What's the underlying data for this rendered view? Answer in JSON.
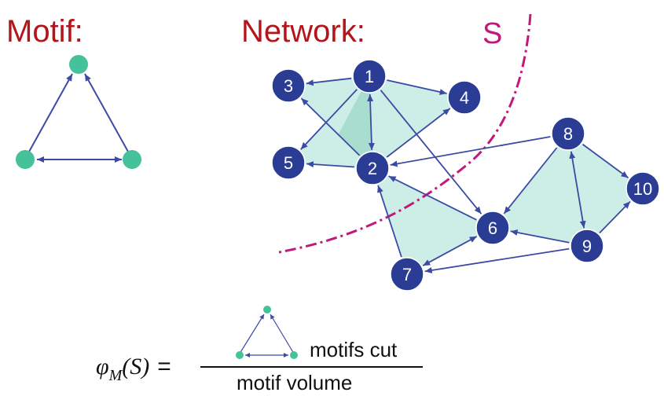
{
  "motif_title": "Motif:",
  "network_title": "Network:",
  "set_label": "S",
  "formula": {
    "phi": "φ",
    "subscript": "M",
    "argument": "(S)",
    "equals": "=",
    "numerator": "motifs cut",
    "denominator": "motif volume"
  },
  "colors": {
    "title": "#b3151b",
    "set_boundary": "#c2187a",
    "node_fill": "#2a3c94",
    "edge": "#3b4aa3",
    "motif_node": "#45c29a",
    "triangle_fill": "#cdeee6",
    "triangle_overlap": "#a8ddd0"
  },
  "network": {
    "nodes": [
      "1",
      "2",
      "3",
      "4",
      "5",
      "6",
      "7",
      "8",
      "9",
      "10"
    ],
    "edges": [
      {
        "from": "1",
        "to": "3",
        "bidirectional": false
      },
      {
        "from": "1",
        "to": "4",
        "bidirectional": false
      },
      {
        "from": "1",
        "to": "2",
        "bidirectional": true
      },
      {
        "from": "1",
        "to": "5",
        "bidirectional": false
      },
      {
        "from": "1",
        "to": "6",
        "bidirectional": false
      },
      {
        "from": "2",
        "to": "3",
        "bidirectional": false
      },
      {
        "from": "2",
        "to": "5",
        "bidirectional": false
      },
      {
        "from": "2",
        "to": "4",
        "bidirectional": false
      },
      {
        "from": "8",
        "to": "2",
        "bidirectional": false
      },
      {
        "from": "6",
        "to": "2",
        "bidirectional": false
      },
      {
        "from": "7",
        "to": "2",
        "bidirectional": false
      },
      {
        "from": "6",
        "to": "7",
        "bidirectional": true
      },
      {
        "from": "8",
        "to": "6",
        "bidirectional": false
      },
      {
        "from": "8",
        "to": "9",
        "bidirectional": true
      },
      {
        "from": "8",
        "to": "10",
        "bidirectional": false
      },
      {
        "from": "9",
        "to": "10",
        "bidirectional": false
      },
      {
        "from": "9",
        "to": "6",
        "bidirectional": false
      },
      {
        "from": "9",
        "to": "7",
        "bidirectional": false
      }
    ],
    "motif_instances": [
      [
        "1",
        "2",
        "3"
      ],
      [
        "1",
        "2",
        "4"
      ],
      [
        "1",
        "2",
        "5"
      ],
      [
        "2",
        "6",
        "7"
      ],
      [
        "6",
        "8",
        "9"
      ],
      [
        "8",
        "9",
        "10"
      ]
    ]
  }
}
